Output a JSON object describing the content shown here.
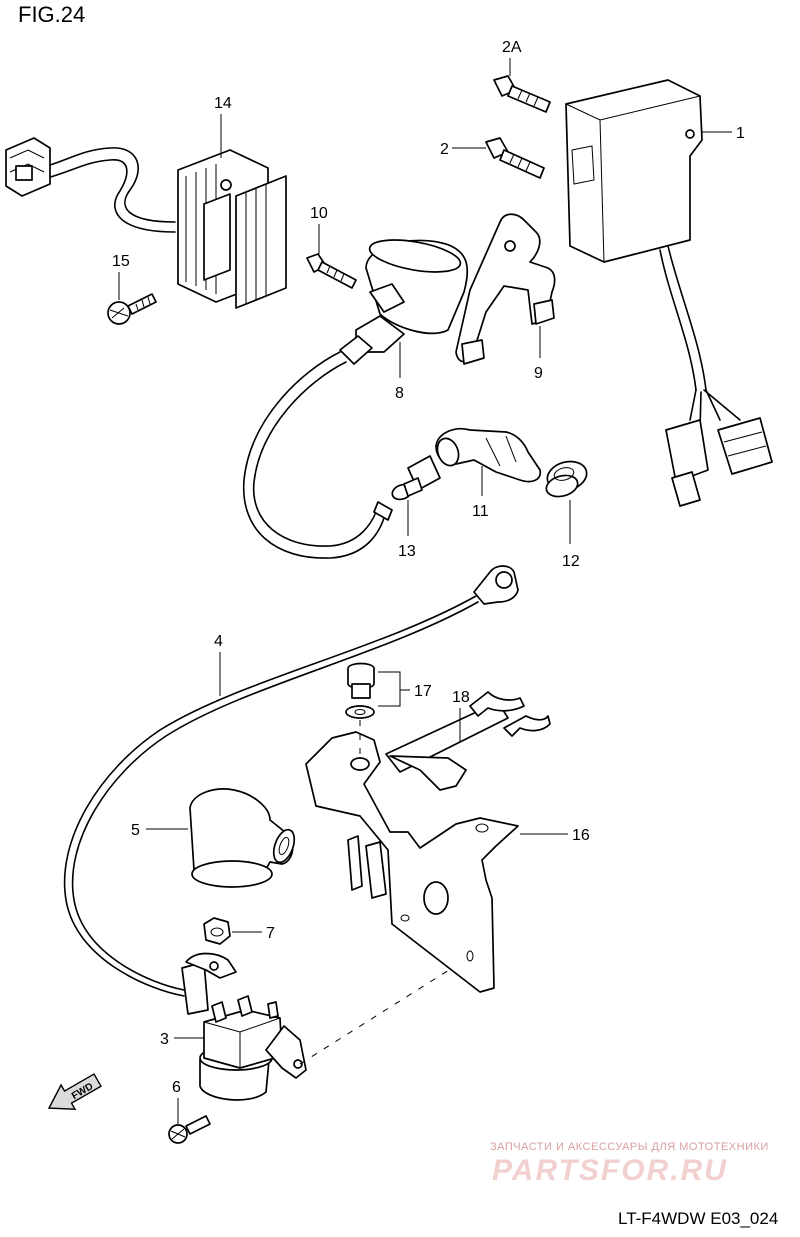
{
  "figure_label": "FIG.24",
  "callouts": {
    "p1": "1",
    "p2": "2",
    "p2a": "2A",
    "p3": "3",
    "p4": "4",
    "p5": "5",
    "p6": "6",
    "p7": "7",
    "p8": "8",
    "p9": "9",
    "p10": "10",
    "p11": "11",
    "p12": "12",
    "p13": "13",
    "p14": "14",
    "p15": "15",
    "p16": "16",
    "p17": "17",
    "p18": "18"
  },
  "direction_label": "FWD",
  "watermark": {
    "tagline": "ЗАПЧАСТИ И АКСЕССУАРЫ ДЛЯ МОТОТЕХНИКИ",
    "brand": "PARTSFOR.RU"
  },
  "drawing_code": "LT-F4WDW E03_024"
}
